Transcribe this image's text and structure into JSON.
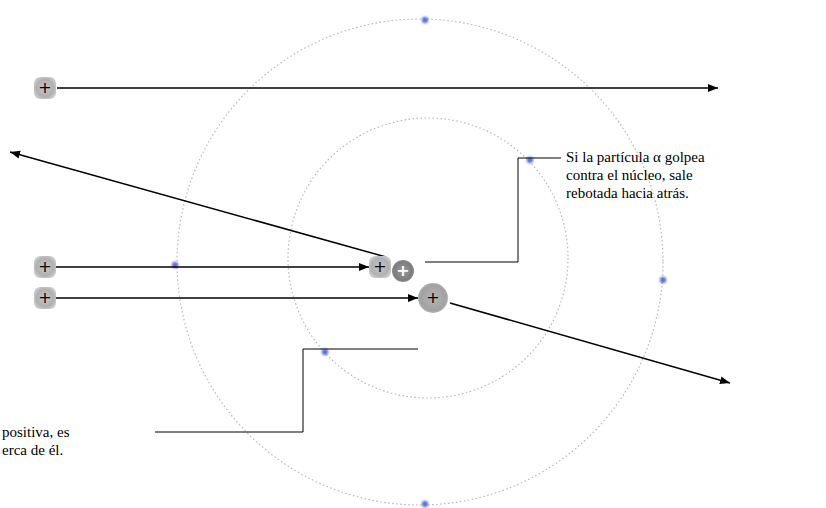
{
  "diagram": {
    "nodes": [
      {
        "text": [
          "+"
        ]
      },
      {
        "text": [
          "+"
        ]
      },
      {
        "text": [
          "+"
        ]
      },
      {
        "text": [
          "+"
        ]
      },
      {
        "text": [
          "+"
        ]
      },
      {
        "text": [
          "+"
        ]
      }
    ],
    "edges": [
      {
        "from": 1,
        "to": 2,
        "arrow": "to"
      },
      {
        "from": 4,
        "to": 5,
        "arrow": "to"
      }
    ],
    "labels": [
      "Si la partícula α golpea contra el núcleo, sale rebotada hacia atrás.",
      "positiva, es erca de él."
    ]
  }
}
